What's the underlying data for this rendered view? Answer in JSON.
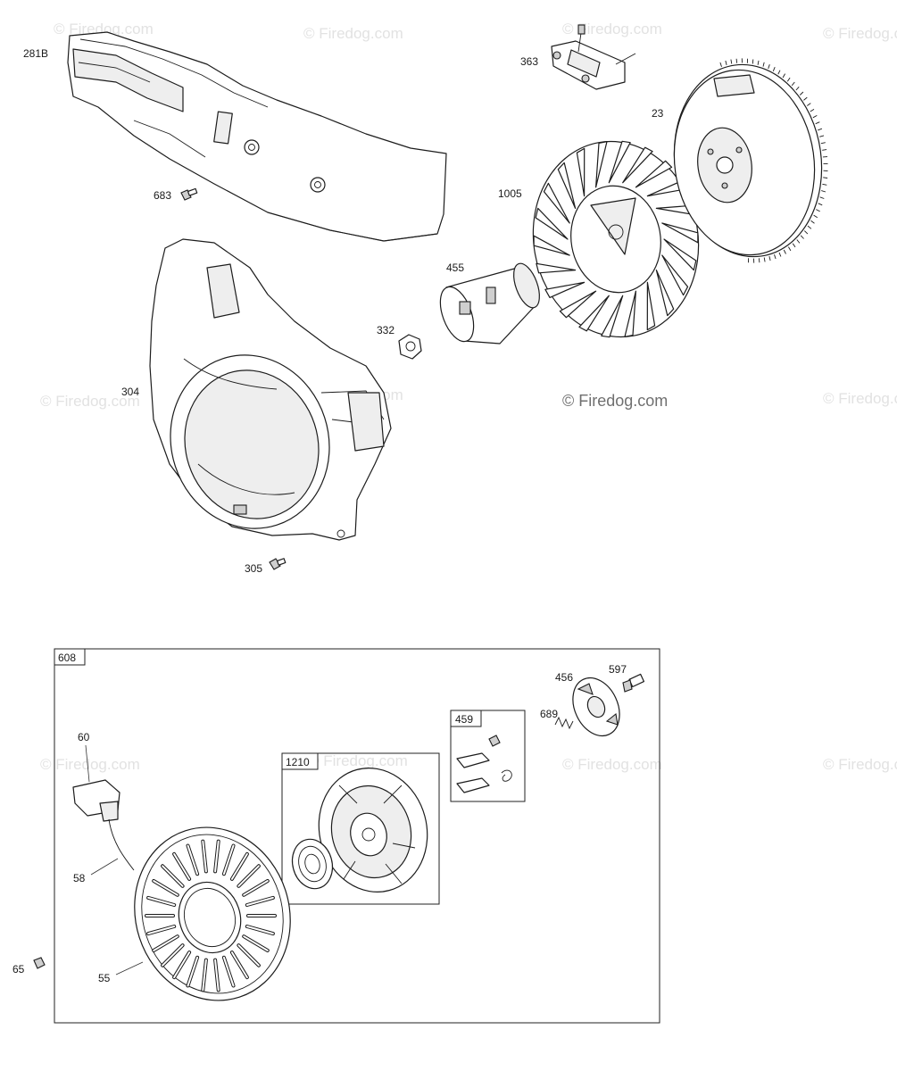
{
  "watermark": {
    "text": "© Firedog.com"
  },
  "callouts": {
    "part_281b": "281B",
    "part_683": "683",
    "part_304": "304",
    "part_305": "305",
    "part_332": "332",
    "part_455": "455",
    "part_1005": "1005",
    "part_23": "23",
    "part_363": "363",
    "part_60": "60",
    "part_58": "58",
    "part_55": "55",
    "part_65": "65",
    "part_456": "456",
    "part_597": "597",
    "part_689": "689"
  },
  "boxes": {
    "assembly_608": "608",
    "kit_1210": "1210",
    "kit_459": "459"
  }
}
